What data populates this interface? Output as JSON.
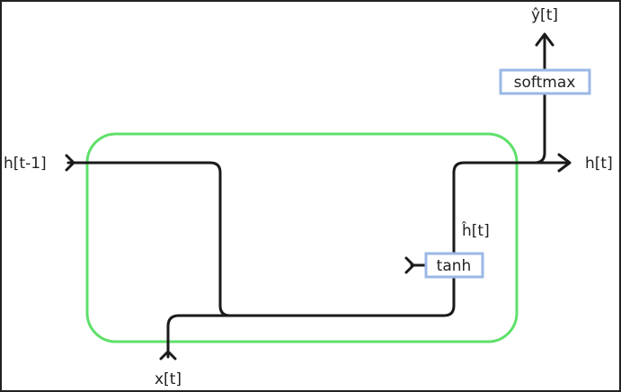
{
  "labels": {
    "h_prev": "h[t-1]",
    "x_input": "x[t]",
    "y_hat": "ŷ[t]",
    "h_out": "h[t]",
    "h_tilde": "ĥ[t]"
  },
  "boxes": {
    "softmax": "softmax",
    "tanh": "tanh"
  },
  "colors": {
    "cell_border": "#5ee06a",
    "box_border": "#9ab8e6",
    "wire": "#1a1a1a",
    "frame": "#222222"
  }
}
